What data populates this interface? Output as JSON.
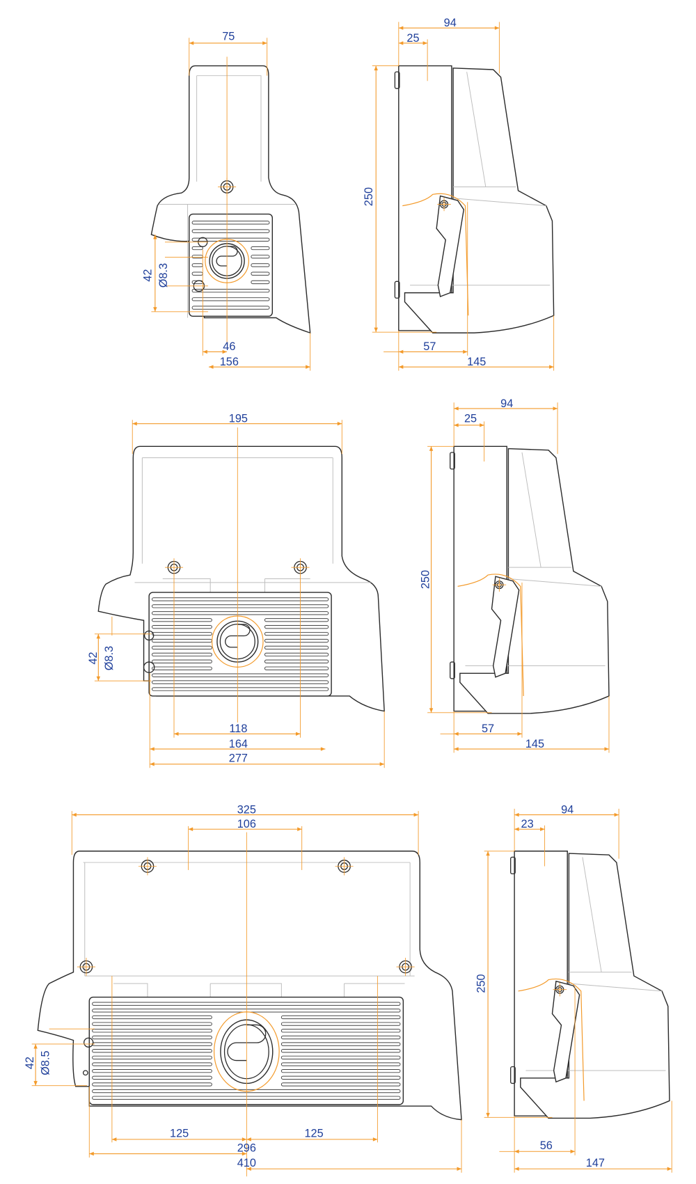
{
  "colors": {
    "dimension_line": "#f39a2a",
    "dimension_text": "#1f3f9a",
    "outline": "#2b2b2b"
  },
  "views": {
    "front_small": {
      "width_top": "75",
      "hole_offset": "46",
      "overall_width": "156",
      "hole_spacing": "42",
      "hole_diameter": "Ø8.3"
    },
    "side_small": {
      "depth": "94",
      "plate_depth": "25",
      "height": "250",
      "lever_offset": "57",
      "overall_depth": "145"
    },
    "front_medium": {
      "width_top": "195",
      "screw_spacing": "118",
      "mid_width": "164",
      "overall_width": "277",
      "hole_spacing": "42",
      "hole_diameter": "Ø8.3"
    },
    "side_medium": {
      "depth": "94",
      "plate_depth": "25",
      "height": "250",
      "lever_offset": "57",
      "overall_depth": "145"
    },
    "front_large": {
      "width_top": "325",
      "inner_span": "106",
      "left_offset": "125",
      "right_offset": "125",
      "mid_width": "296",
      "overall_width": "410",
      "hole_spacing": "42",
      "hole_diameter": "Ø8.5"
    },
    "side_large": {
      "depth": "94",
      "plate_depth": "23",
      "height": "250",
      "lever_offset": "56",
      "overall_depth": "147"
    }
  }
}
